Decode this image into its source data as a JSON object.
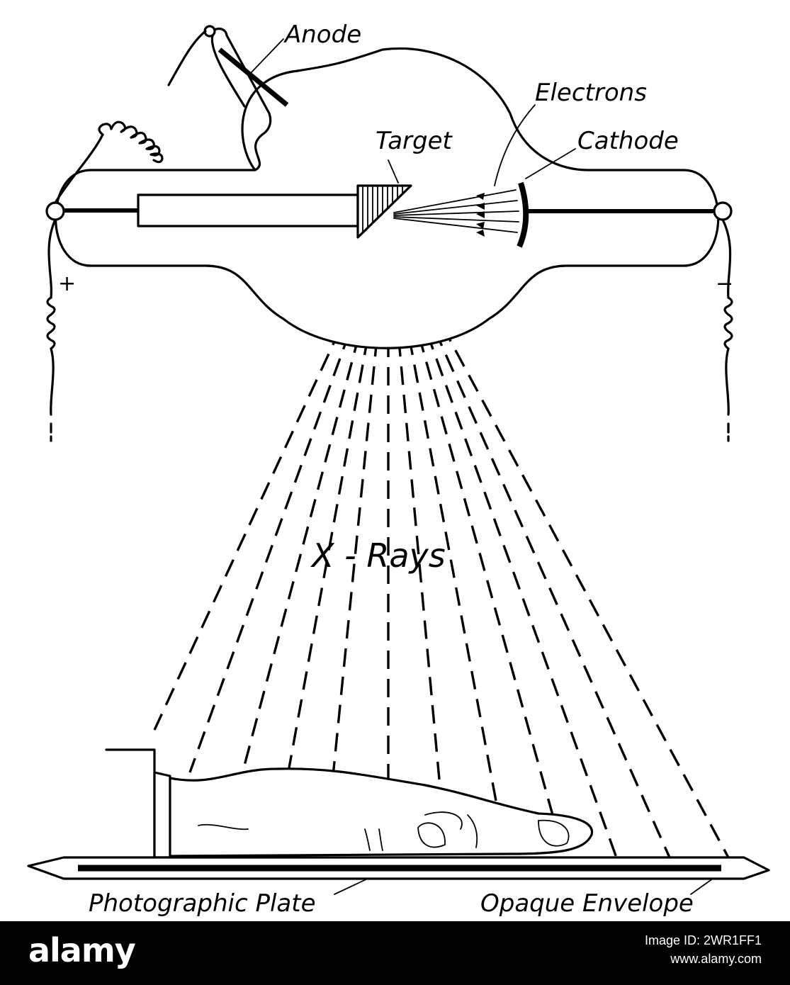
{
  "diagram": {
    "labels": {
      "anode": "Anode",
      "electrons": "Electrons",
      "target": "Target",
      "cathode": "Cathode",
      "plus_sign": "+",
      "minus_sign": "−",
      "x_rays": "X - Rays",
      "photographic_plate": "Photographic Plate",
      "opaque_envelope": "Opaque Envelope"
    },
    "colors": {
      "ink": "#000000",
      "paper": "#ffffff",
      "footer": "#000000"
    }
  },
  "footer": {
    "logo": "alamy",
    "image_id_line": "Image ID: 2WR1FF1",
    "site_line": "www.alamy.com"
  }
}
